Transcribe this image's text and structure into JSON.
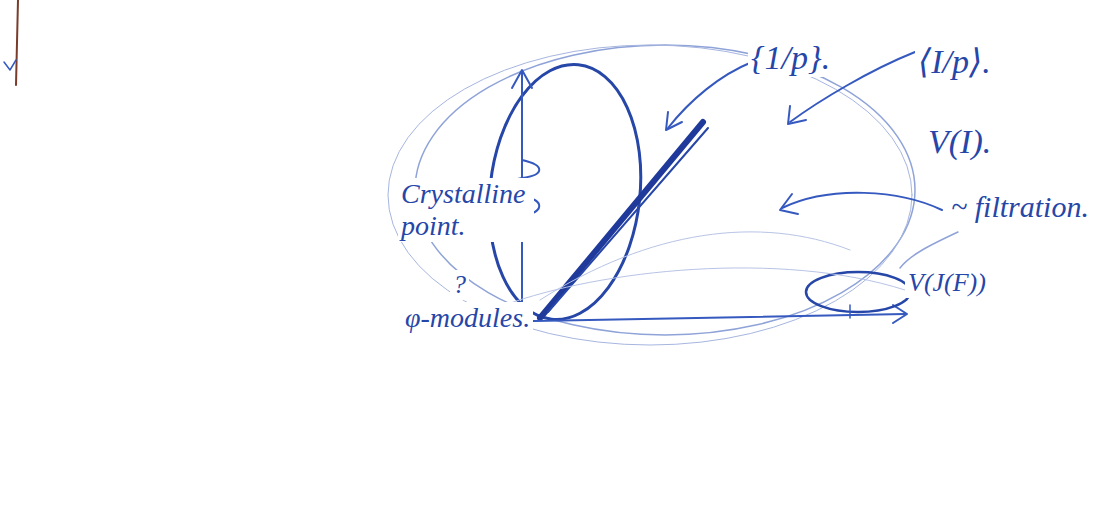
{
  "diagram": {
    "labels": [
      "{1/p}.",
      "⟨I/p⟩.",
      "V(I).",
      "~ filtration.",
      "V(J(F))",
      "Crystalline point.",
      "?",
      "φ-modules."
    ]
  }
}
